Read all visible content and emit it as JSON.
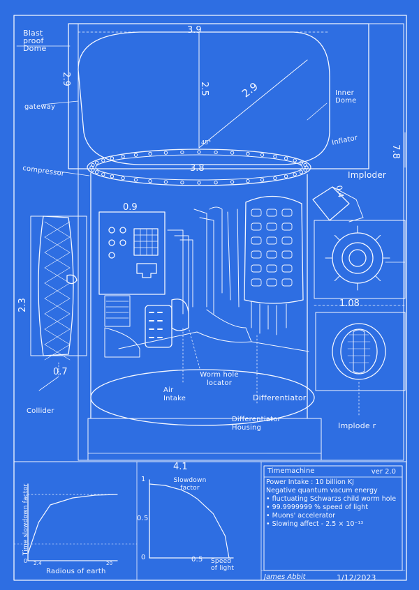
{
  "labels": {
    "blast_proof_dome": "Blast proof Dome",
    "gateway": "gateway",
    "inner_dome": "Inner Dome",
    "inflator": "Inflator",
    "implode_top": "Imploder",
    "compressor": "compressor",
    "collider": "Collider",
    "air_intake": "Air Intake",
    "worm_hole_locator": "Worm hole locator",
    "differentiator": "Differentiator",
    "differentiator_housing": "Differentiator Housing",
    "implode_bottom": "Implode r"
  },
  "dimensions": {
    "top_width": "3.9",
    "dome_height_left": "2.9",
    "dome_height_inner": "2.5",
    "dome_diagonal": "2.9",
    "angle": "45°",
    "ring_width": "3.8",
    "inflator_dim": "0.4",
    "right_side": "7.8",
    "panel_width": "0.9",
    "collider_height": "2.3",
    "collider_width": "0.7",
    "imploder_width": "1.08",
    "base_width": "4.1"
  },
  "chart_left": {
    "ylabel": "Time slowdown factor",
    "xlabel": "Radious of earth",
    "ticks_x": [
      "2.4",
      "20"
    ],
    "y_origin": "0"
  },
  "chart_right": {
    "annotation": "Slowdown factor",
    "ticks_y": [
      "1",
      "0.5",
      "0"
    ],
    "ticks_x": [
      "0.5"
    ],
    "xlabel": "Speed of light"
  },
  "spec": {
    "title": "Timemachine",
    "version": "ver 2.0",
    "items": [
      "Power Intake : 10 billion KJ",
      "Negative quantum vacum energy",
      "• fluctuating Schwarzs child worm hole",
      "• 99.9999999 % speed of light",
      "• Muons' accelerator",
      "• Slowing affect - 2.5 × 10⁻¹³"
    ]
  },
  "signature": "James Abbit",
  "date": "1/12/2023",
  "chart_data": [
    {
      "type": "line",
      "xlabel": "Radious of earth",
      "ylabel": "Time slowdown factor",
      "x": [
        0,
        2.4,
        5,
        10,
        15,
        20
      ],
      "values": [
        0.1,
        0.55,
        0.8,
        0.9,
        0.94,
        0.95
      ],
      "grid": false
    },
    {
      "type": "line",
      "xlabel": "Speed of light",
      "ylabel": "Slowdown factor",
      "x": [
        0,
        0.2,
        0.4,
        0.5,
        0.6,
        0.8,
        0.95,
        1.0
      ],
      "values": [
        1,
        0.98,
        0.92,
        0.87,
        0.8,
        0.6,
        0.3,
        0
      ],
      "ylim": [
        0,
        1
      ],
      "grid": false
    }
  ],
  "colors": {
    "paper": "#2e6ee2",
    "ink": "#f4f7ff"
  }
}
